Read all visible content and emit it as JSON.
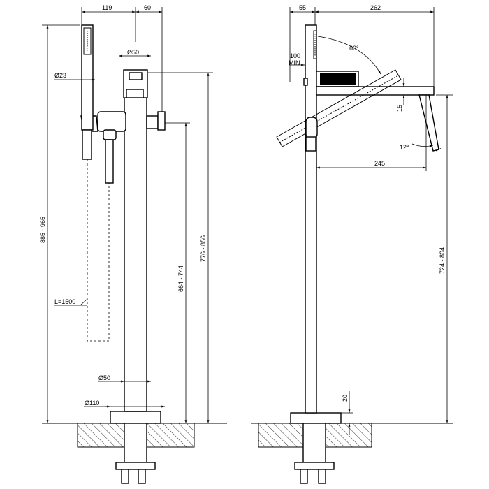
{
  "dimensions": {
    "left_view": {
      "handshower_offset": "119",
      "spout_offset": "60",
      "column_diameter_top": "Ø50",
      "handshower_diameter": "Ø23",
      "overall_height": "885 - 965",
      "spout_height": "776 - 856",
      "holder_height": "664 - 744",
      "hose_length": "L=1500",
      "column_diameter_bottom": "Ø50",
      "base_diameter": "Ø110"
    },
    "right_view": {
      "depth": "55",
      "spout_reach_total": "262",
      "spout_angle": "60°",
      "clearance_value": "100",
      "clearance_unit": "MIN",
      "spout_thickness": "15",
      "spout_tilt": "12°",
      "spout_reach": "245",
      "outlet_height": "724 - 804",
      "base_plate": "20"
    }
  }
}
